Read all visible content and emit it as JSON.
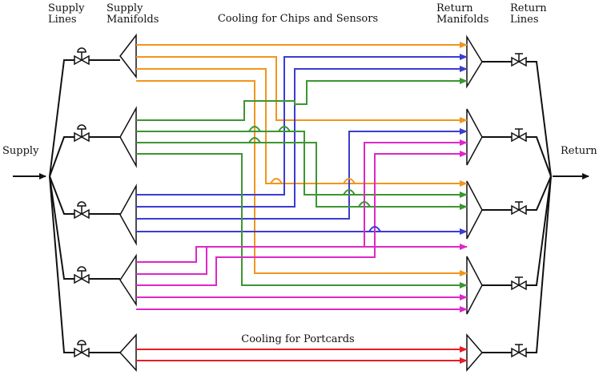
{
  "headers": {
    "supply_lines": [
      "Supply",
      "Lines"
    ],
    "supply_manifolds": [
      "Supply",
      "Manifolds"
    ],
    "chips_title": "Cooling for Chips and Sensors",
    "return_manifolds": [
      "Return",
      "Manifolds"
    ],
    "return_lines": [
      "Return",
      "Lines"
    ]
  },
  "labels": {
    "supply": "Supply",
    "return": "Return",
    "portcards_title": "Cooling for Portcards"
  },
  "colors": {
    "orange": "#f0961e",
    "blue": "#3c3cd2",
    "green": "#3c9632",
    "magenta": "#dc28c8",
    "red": "#e61e28",
    "black": "#111111"
  },
  "supply_valves": [
    {
      "name": "supply-valve-1",
      "actuator": "dome"
    },
    {
      "name": "supply-valve-2",
      "actuator": "dome"
    },
    {
      "name": "supply-valve-3",
      "actuator": "dome"
    },
    {
      "name": "supply-valve-4",
      "actuator": "dome"
    },
    {
      "name": "supply-valve-5",
      "actuator": "dome"
    }
  ],
  "return_valves": [
    {
      "name": "return-valve-1",
      "actuator": "tee"
    },
    {
      "name": "return-valve-2",
      "actuator": "tee"
    },
    {
      "name": "return-valve-3",
      "actuator": "tee"
    },
    {
      "name": "return-valve-4",
      "actuator": "tee"
    },
    {
      "name": "return-valve-5",
      "actuator": "tee"
    }
  ]
}
